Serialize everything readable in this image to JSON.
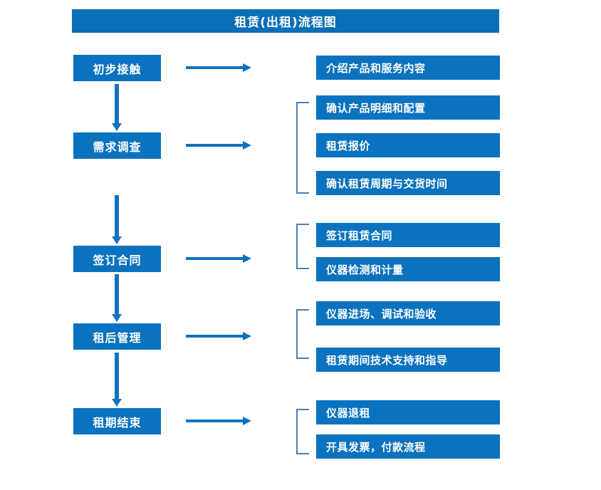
{
  "title": "租赁(出租)流程图",
  "colors": {
    "box_blue": "#0A72BE",
    "title_blue": "#0A6EB8",
    "arrow_blue": "#1374BD",
    "bracket_blue": "#4A7FB5",
    "text_white": "#FFFFFF",
    "background": "#FFFFFF"
  },
  "stages": [
    {
      "label": "初步接触"
    },
    {
      "label": "需求调查"
    },
    {
      "label": "签订合同"
    },
    {
      "label": "租后管理"
    },
    {
      "label": "租期结束"
    }
  ],
  "details": [
    {
      "label": "介绍产品和服务内容"
    },
    {
      "label": "确认产品明细和配置"
    },
    {
      "label": "租赁报价"
    },
    {
      "label": "确认租赁周期与交货时间"
    },
    {
      "label": "签订租赁合同"
    },
    {
      "label": "仪器检测和计量"
    },
    {
      "label": "仪器进场、调试和验收"
    },
    {
      "label": "租赁期间技术支持和指导"
    },
    {
      "label": "仪器退租"
    },
    {
      "label": "开具发票，付款流程"
    }
  ],
  "groups": [
    {
      "stage": "需求调查",
      "detail_labels": [
        "确认产品明细和配置",
        "租赁报价",
        "确认租赁周期与交货时间"
      ]
    },
    {
      "stage": "签订合同",
      "detail_labels": [
        "签订租赁合同",
        "仪器检测和计量"
      ]
    },
    {
      "stage": "租后管理",
      "detail_labels": [
        "仪器进场、调试和验收",
        "租赁期间技术支持和指导"
      ]
    },
    {
      "stage": "租期结束",
      "detail_labels": [
        "仪器退租",
        "开具发票，付款流程"
      ]
    }
  ]
}
